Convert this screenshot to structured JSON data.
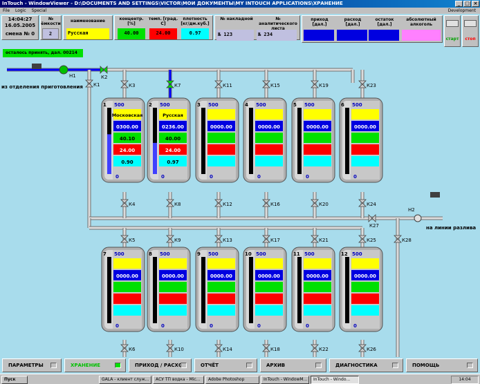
{
  "window": {
    "title": "InTouch - WindowViewer - D:\\DOCUMENTS AND SETTINGS\\VICTOR\\МОИ ДОКУМЕНТЫ\\MY INTOUCH APPLICATIONS\\ХРАНЕНИЕ"
  },
  "menu": {
    "file": "File",
    "logic": "Logic",
    "special": "Special",
    "development": "Development"
  },
  "header": {
    "time": "14:04:27",
    "date": "16.05.2005",
    "shift": "смена № 0",
    "tank_no_label": "№ ёмкости",
    "tank_no": "2",
    "name_label": "наименование",
    "name_value": "Русская",
    "conc_label": "концентр. [%]",
    "conc_value": "40.00",
    "temp_label": "темп. [град. С]",
    "temp_value": "24.00",
    "dens_label": "плотность [кг/дм.куб.]",
    "dens_value": "0.97",
    "invoice_label": "№ накладной",
    "invoice_value": "№ 123",
    "analysis_label": "№ аналитического листа",
    "analysis_value": "№ 234",
    "income_label": "приход [дал.]",
    "outflow_label": "расход [дал.]",
    "remainder_label": "остаток [дал.]",
    "alcohol_label": "абсолютный алкоголь",
    "start": "старт",
    "stop": "стоп",
    "remaining_text": "осталось принять, дал. 00214"
  },
  "process": {
    "source_label": "из отделения приготовления",
    "dest_label": "на линии разлива",
    "h1": "Н1",
    "h2": "Н2",
    "valves": [
      "К1",
      "К2",
      "К3",
      "К7",
      "К11",
      "К15",
      "К19",
      "К23",
      "К4",
      "К8",
      "К12",
      "К16",
      "К20",
      "К24",
      "К27",
      "К5",
      "К9",
      "К13",
      "К17",
      "К21",
      "К25",
      "К28",
      "К6",
      "К10",
      "К14",
      "К18",
      "К22",
      "К26"
    ]
  },
  "tanks": [
    {
      "num": "1",
      "top": "500",
      "bottom": "0",
      "name": "Московская",
      "volume": "0300.00",
      "conc": "40.10",
      "temp": "24.00",
      "dens": "0.90",
      "level": 0.6
    },
    {
      "num": "2",
      "top": "500",
      "bottom": "0",
      "name": "Русская",
      "volume": "0236.00",
      "conc": "40.00",
      "temp": "24.00",
      "dens": "0.97",
      "level": 0.47
    },
    {
      "num": "3",
      "top": "500",
      "bottom": "0",
      "name": "",
      "volume": "0000.00",
      "conc": "",
      "temp": "",
      "dens": "",
      "level": 0
    },
    {
      "num": "4",
      "top": "500",
      "bottom": "0",
      "name": "",
      "volume": "0000.00",
      "conc": "",
      "temp": "",
      "dens": "",
      "level": 0
    },
    {
      "num": "5",
      "top": "500",
      "bottom": "0",
      "name": "",
      "volume": "0000.00",
      "conc": "",
      "temp": "",
      "dens": "",
      "level": 0
    },
    {
      "num": "6",
      "top": "500",
      "bottom": "0",
      "name": "",
      "volume": "0000.00",
      "conc": "",
      "temp": "",
      "dens": "",
      "level": 0
    },
    {
      "num": "7",
      "top": "500",
      "bottom": "0",
      "name": "",
      "volume": "0000.00",
      "conc": "",
      "temp": "",
      "dens": "",
      "level": 0
    },
    {
      "num": "8",
      "top": "500",
      "bottom": "0",
      "name": "",
      "volume": "0000.00",
      "conc": "",
      "temp": "",
      "dens": "",
      "level": 0
    },
    {
      "num": "9",
      "top": "500",
      "bottom": "0",
      "name": "",
      "volume": "0000.00",
      "conc": "",
      "temp": "",
      "dens": "",
      "level": 0
    },
    {
      "num": "10",
      "top": "500",
      "bottom": "0",
      "name": "",
      "volume": "0000.00",
      "conc": "",
      "temp": "",
      "dens": "",
      "level": 0
    },
    {
      "num": "11",
      "top": "500",
      "bottom": "0",
      "name": "",
      "volume": "0000.00",
      "conc": "",
      "temp": "",
      "dens": "",
      "level": 0
    },
    {
      "num": "12",
      "top": "500",
      "bottom": "0",
      "name": "",
      "volume": "0000.00",
      "conc": "",
      "temp": "",
      "dens": "",
      "level": 0
    }
  ],
  "nav": [
    {
      "label": "ПАРАМЕТРЫ",
      "active": false
    },
    {
      "label": "ХРАНЕНИЕ",
      "active": true
    },
    {
      "label": "ПРИХОД / РАСХОД",
      "active": false
    },
    {
      "label": "ОТЧЁТ",
      "active": false
    },
    {
      "label": "АРХИВ",
      "active": false
    },
    {
      "label": "ДИАГНОСТИКА",
      "active": false
    },
    {
      "label": "ПОМОЩЬ",
      "active": false
    }
  ],
  "taskbar": {
    "start": "Пуск",
    "items": [
      "GALA - клиент служ...",
      "АСУ ТП водка - Mic...",
      "Adobe Photoshop",
      "InTouch - WindowM...",
      "InTouch - Windo..."
    ],
    "clock": "14:04"
  },
  "colors": {
    "yellow": "#ffff00",
    "blue": "#0000e0",
    "green": "#00e000",
    "red": "#ff0000",
    "cyan": "#00ffff",
    "magenta": "#ff80ff",
    "pipe": "#dcdcdc",
    "active_pipe": "#0000ff"
  }
}
